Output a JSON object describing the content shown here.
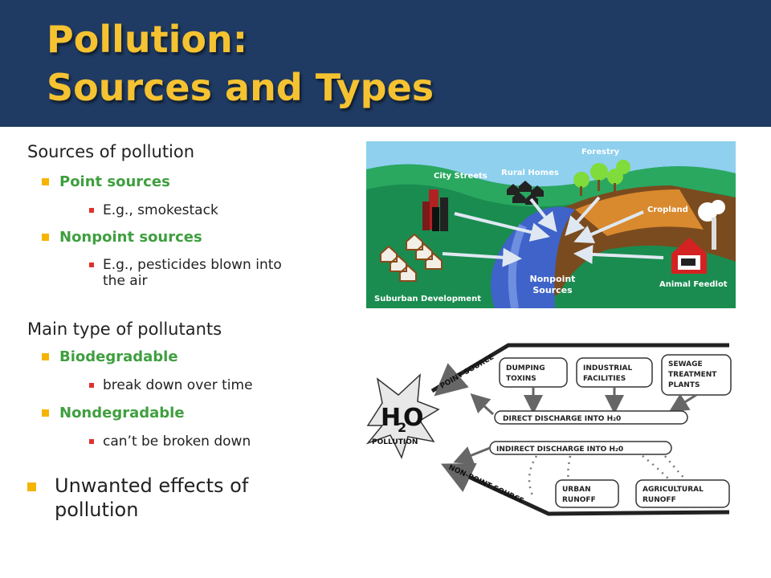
{
  "title": {
    "line1": "Pollution:",
    "line2": "Sources and Types"
  },
  "colors": {
    "title_bg": "#1f3b63",
    "title_text": "#f5c231",
    "subheading": "#3f9f3f",
    "bullet_l1": "#f5b400",
    "bullet_l2": "#e0322d"
  },
  "bullets": {
    "sources_heading": "Sources of pollution",
    "point": "Point sources",
    "point_example": "E.g., smokestack",
    "nonpoint": "Nonpoint sources",
    "nonpoint_example_1": "E.g., pesticides blown into",
    "nonpoint_example_2": "the air",
    "types_heading": "Main type of pollutants",
    "bio": "Biodegradable",
    "bio_example": "break down over time",
    "nondeg": "Nondegradable",
    "nondeg_example": "can’t be broken down",
    "effects_1": "Unwanted effects of",
    "effects_2": "pollution"
  },
  "diagram1": {
    "city": "City Streets",
    "rural": "Rural Homes",
    "forestry": "Forestry",
    "cropland": "Cropland",
    "feedlot": "Animal Feedlot",
    "suburban": "Suburban Development",
    "center_1": "Nonpoint",
    "center_2": "Sources"
  },
  "diagram2": {
    "point_source": "POINT SOURCE",
    "non_point_source": "NON-POINT SOURCE",
    "h2o": "H",
    "h2o_sub": "2",
    "h2o_o": "O",
    "pollution": "POLLUTION",
    "dumping_1": "DUMPING",
    "dumping_2": "TOXINS",
    "industrial_1": "INDUSTRIAL",
    "industrial_2": "FACILITIES",
    "sewage_1": "SEWAGE",
    "sewage_2": "TREATMENT",
    "sewage_3": "PLANTS",
    "direct": "DIRECT DISCHARGE INTO H₂0",
    "indirect": "INDIRECT DISCHARGE INTO H₂0",
    "urban_1": "URBAN",
    "urban_2": "RUNOFF",
    "agri_1": "AGRICULTURAL",
    "agri_2": "RUNOFF"
  }
}
